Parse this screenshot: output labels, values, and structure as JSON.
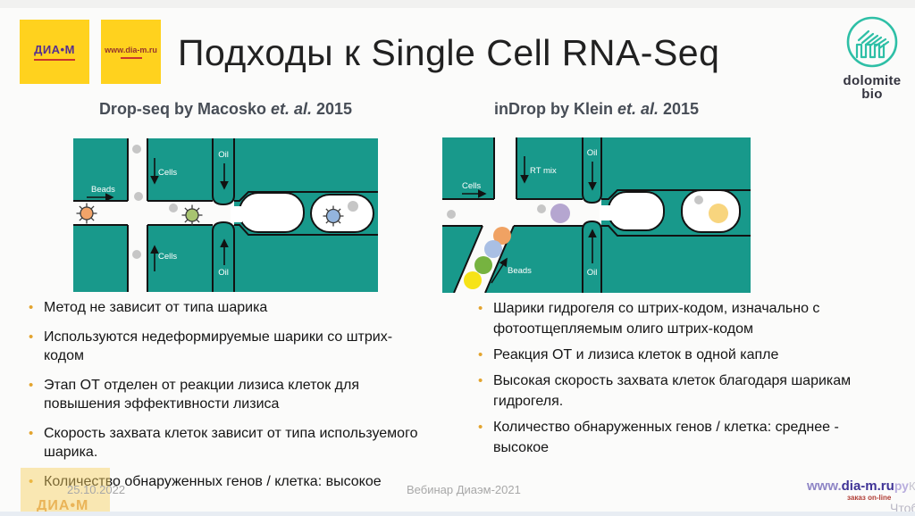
{
  "slide": {
    "title": "Подходы к Single Cell RNA-Seq",
    "header_logos": {
      "diam": "ДИА•М",
      "diam_site": "www.dia-m.ru",
      "dolomite_line1": "dolomite",
      "dolomite_line2": "bio"
    },
    "left_panel": {
      "heading_pre": "Drop-seq by Macosko ",
      "heading_etal": "et. al.",
      "heading_year": " 2015",
      "labels": {
        "beads": "Beads",
        "cells_top": "Cells",
        "oil_top": "Oil",
        "cells_bottom": "Cells",
        "oil_bottom": "Oil"
      },
      "bullets": [
        "Метод не зависит от типа шарика",
        "Используются недеформируемые шарики со штрих-кодом",
        "Этап ОТ отделен от реакции лизиса клеток для повышения эффективности лизиса",
        "Скорость захвата клеток зависит от типа используемого шарика.",
        "Количество обнаруженных генов / клетка: высокое"
      ]
    },
    "right_panel": {
      "heading_pre": "inDrop by Klein ",
      "heading_etal": "et. al.",
      "heading_year": " 2015",
      "labels": {
        "cells": "Cells",
        "rt_mix": "RT mix",
        "oil_top": "Oil",
        "beads": "Beads",
        "oil_bottom": "Oil"
      },
      "bullets": [
        "Шарики гидрогеля со штрих-кодом, изначально с фотоотщепляемым олиго штрих-кодом",
        "Реакция ОТ и лизиса клеток в одной капле",
        "Высокая скорость захвата клеток благодаря шарикам гидрогеля.",
        "Количество обнаруженных генов / клетка: среднее - высокое"
      ]
    },
    "footer": {
      "date": "25.10.2022",
      "center": "Вебинар Диаэм-2021",
      "site_www": "www.",
      "site_domain": "dia-m",
      "site_tld": ".ru",
      "site_ghost": "ру",
      "site_sub": "заказ on-line",
      "overlay_top": "КТ",
      "overlay_bottom": "Чтоб",
      "watermark": "ДИА•М"
    },
    "colors": {
      "teal": "#18998b",
      "outline_black": "#121212",
      "logo_yellow": "#ffd21e",
      "bullet_orange": "#e3a42e",
      "dolomite_teal": "#2ebfa6",
      "site_purple": "#3f3396",
      "bead_gray": "#c6c6c6",
      "bead_yellow": "#f6e318",
      "bead_green": "#76b340",
      "bead_periwinkle": "#a9bfe4",
      "bead_orange": "#f0a263",
      "bead_lavender": "#b5a6d0",
      "droplet_bead_yellow": "#f8d57e",
      "cell_orange": "#f2a469",
      "cell_green": "#a8c470",
      "cell_blue": "#93b5de"
    }
  }
}
